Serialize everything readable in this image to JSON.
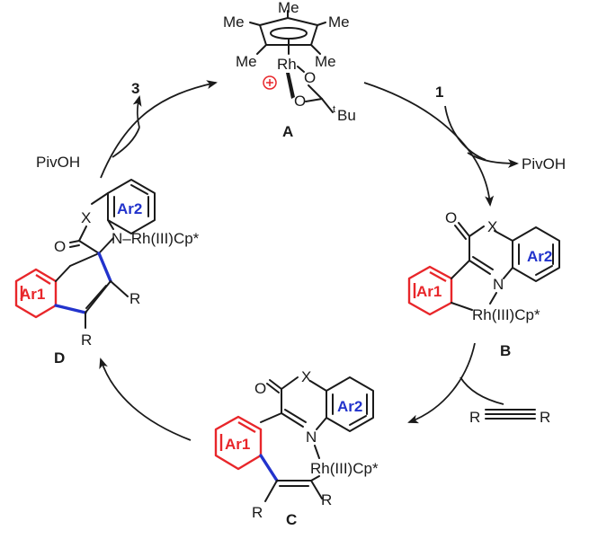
{
  "catalyst_A": {
    "methyl_labels": [
      "Me",
      "Me",
      "Me",
      "Me",
      "Me"
    ],
    "metal": "Rh",
    "oxygen": "O",
    "tbu_t": "t",
    "tbu": "Bu",
    "label": "A"
  },
  "intermediate_B": {
    "label": "B",
    "ring1": "Ar1",
    "ring2": "Ar2",
    "x": "X",
    "o": "O",
    "n": "N",
    "metal": "Rh(III)Cp*"
  },
  "intermediate_C": {
    "label": "C",
    "ring1": "Ar1",
    "ring2": "Ar2",
    "x": "X",
    "o": "O",
    "n": "N",
    "metal": "Rh(III)Cp*",
    "r": "R"
  },
  "intermediate_D": {
    "label": "D",
    "ring1": "Ar1",
    "ring2": "Ar2",
    "x": "X",
    "o": "O",
    "n_metal": "N–Rh(III)Cp*",
    "r": "R"
  },
  "steps": {
    "reagent_1": "1",
    "reagent_3": "3",
    "pivoh_released": "PivOH",
    "pivoh_added": "PivOH",
    "alkyne_r": "R"
  },
  "colors": {
    "ring1": "#e8262a",
    "ring2_label": "#2233cc",
    "new_bond": "#2233cc",
    "line": "#1a1a1a"
  }
}
